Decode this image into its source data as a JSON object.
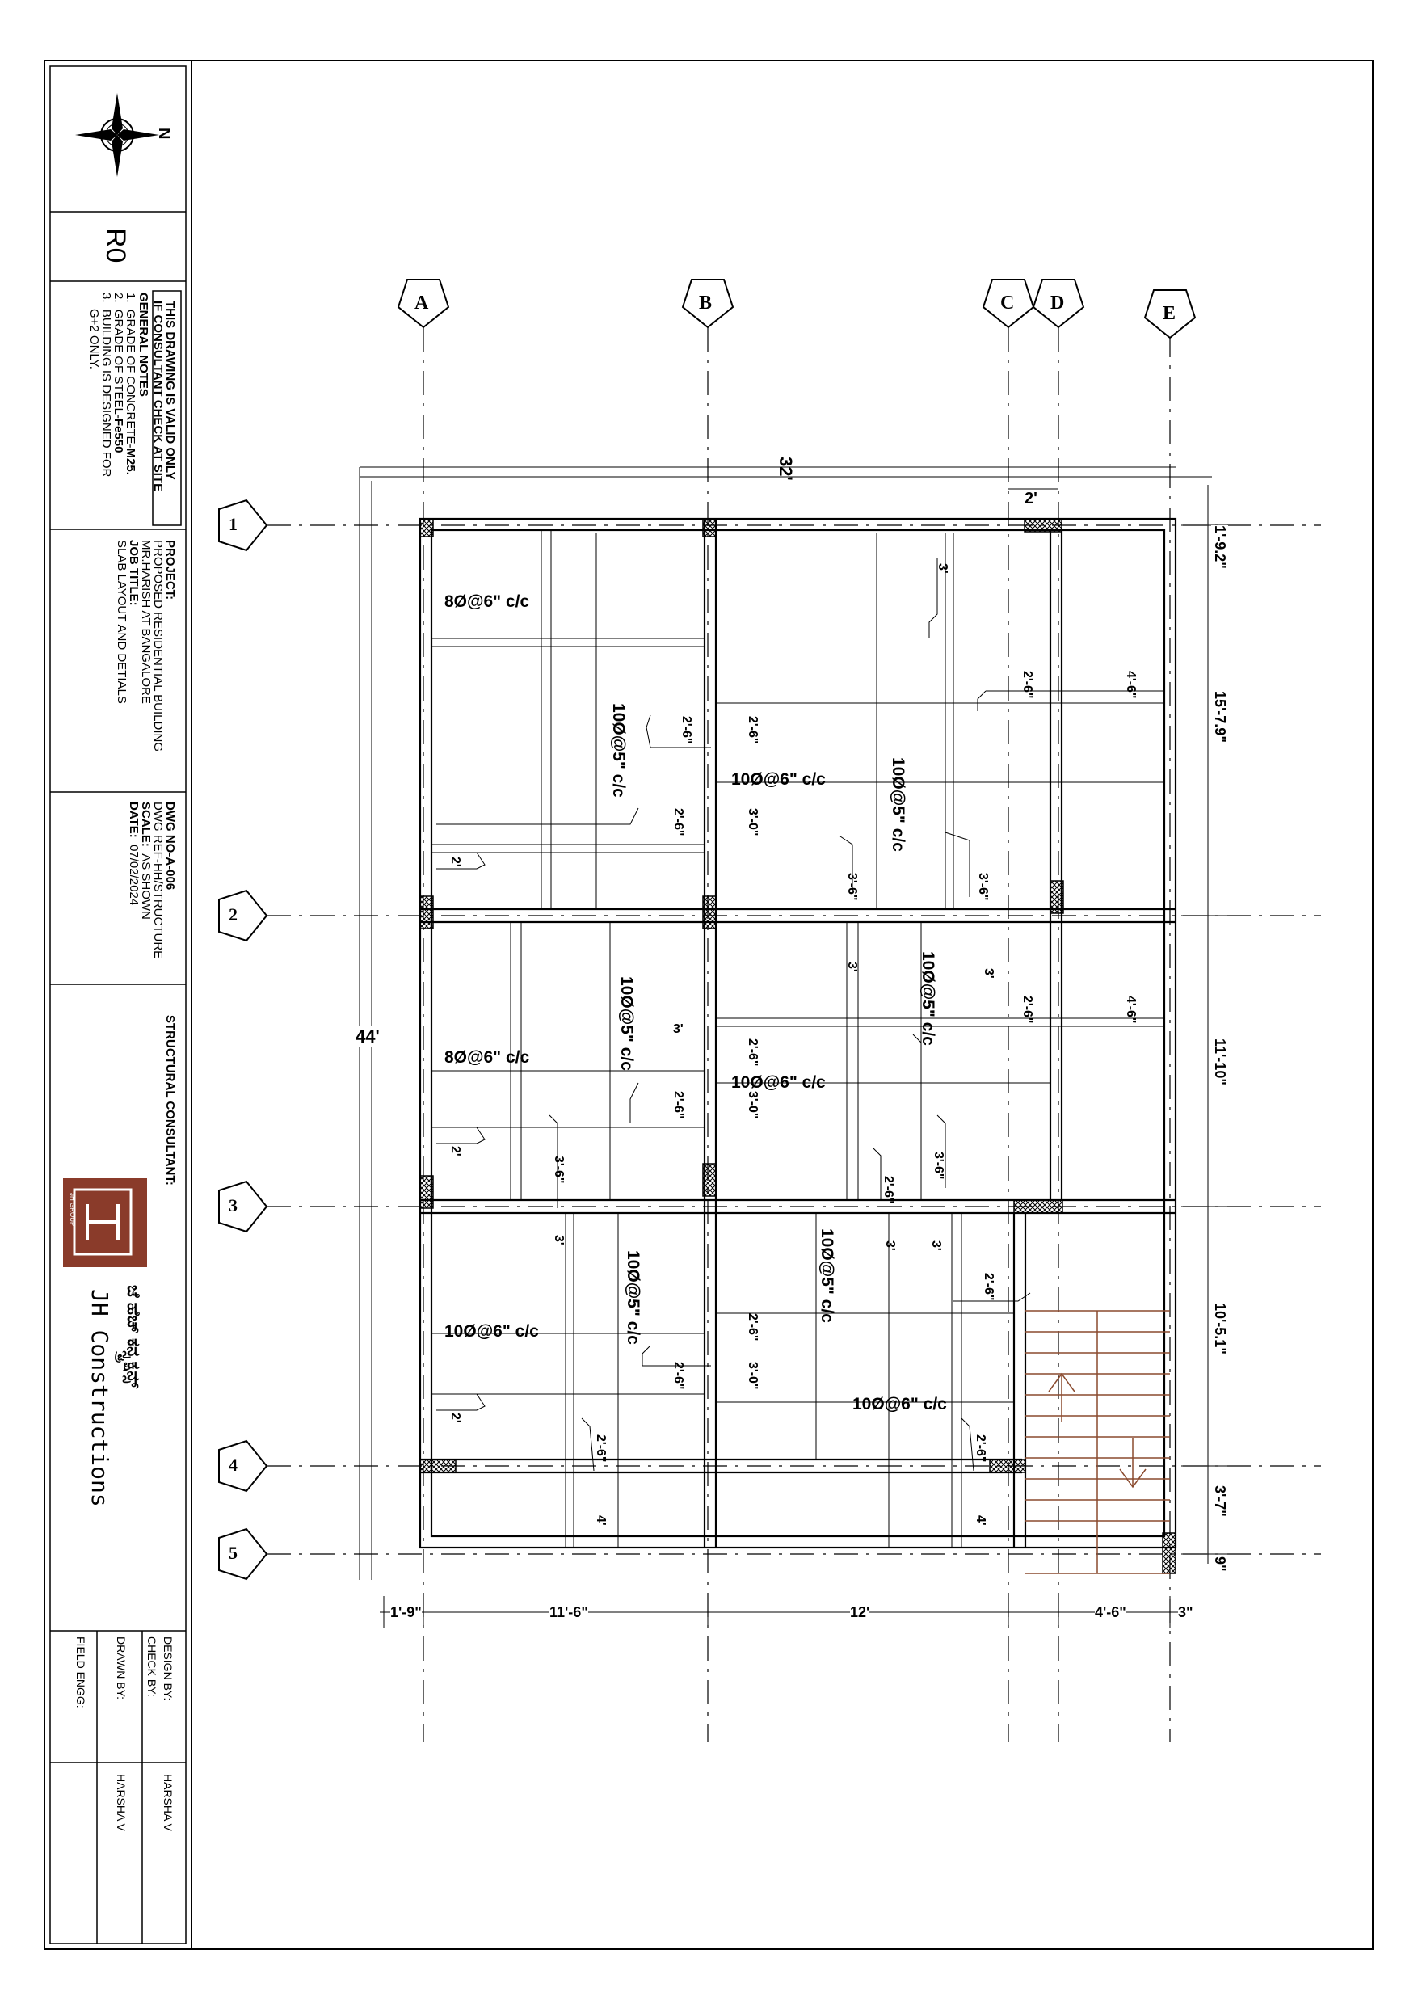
{
  "title_block": {
    "north_label": "N",
    "revision": "R0",
    "validity_line1": "THIS DRAWING IS VALID ONLY",
    "validity_line2": "IF CONSULTANT CHECK AT SITE",
    "general_notes_heading": "GENERAL NOTES",
    "notes": [
      {
        "num": "1.",
        "text": "GRADE OF CONCRETE-",
        "bold": "M25."
      },
      {
        "num": "2.",
        "text": "GRADE OF STEEL-",
        "bold": "Fe550"
      },
      {
        "num": "3.",
        "text": "BUILDING IS DESIGNED FOR",
        "bold": ""
      }
    ],
    "note3_cont": "G+2 ONLY.",
    "project_heading": "PROJECT:",
    "project_line1": "PROPOSED RESIDENTIAL BUILDING",
    "project_line2": "MR.HARISH AT BANGALORE",
    "job_heading": "JOB TITLE:",
    "job_title": "SLAB LAYOUT AND DETIALS",
    "dwg_no": "DWG NO-A-006",
    "dwg_ref": "DWG REF-HH/STRUCTURE",
    "scale_label": "SCALE:",
    "scale_value": "AS SHOWN",
    "date_label": "DATE:",
    "date_value": "07/02/2024",
    "consultant_heading": "STRUCTURAL CONSULTANT:",
    "logo_small": "JH GROUP",
    "company_kannada": "ಜೆ ಹೆಚ್ ಕನ್ಸ್ಟ್ರಕ್ಷನ್ಸ್",
    "company_name": "JH Constructions",
    "design_by_label": "DESIGN BY:",
    "check_by_label": "CHECK BY:",
    "drawn_by_label": "DRAWN BY:",
    "field_engg_label": "FIELD ENGG:",
    "design_by_value": "HARSHA V",
    "drawn_by_value": "HARSHA V",
    "brand_color": "#8a3b2a"
  },
  "grid": {
    "columns": [
      "A",
      "B",
      "C",
      "D",
      "E"
    ],
    "rows": [
      "1",
      "2",
      "3",
      "4",
      "5"
    ]
  },
  "dimensions": {
    "overall_width": "32'",
    "overall_depth": "44'",
    "c_to_d": "2'",
    "bottom": [
      "1'-9\"",
      "11'-6\"",
      "12'",
      "4'-6\"",
      "3\""
    ],
    "right": [
      "1'-9.2\"",
      "15'-7.9\"",
      "11'-10\"",
      "10'-5.1\"",
      "3'-7\"",
      "9\""
    ]
  },
  "rebar_labels": {
    "spec_8_6": "8Ø@6\" c/c",
    "spec_10_5": "10Ø@5\" c/c",
    "spec_10_6": "10Ø@6\" c/c",
    "l_2": "2'",
    "l_2_6": "2'-6\"",
    "l_3": "3'",
    "l_3_0": "3'-0\"",
    "l_3_6": "3'-6\"",
    "l_4": "4'",
    "l_4_6": "4'-6\""
  },
  "colors": {
    "line": "#000000",
    "stair": "#8a4a2e"
  }
}
